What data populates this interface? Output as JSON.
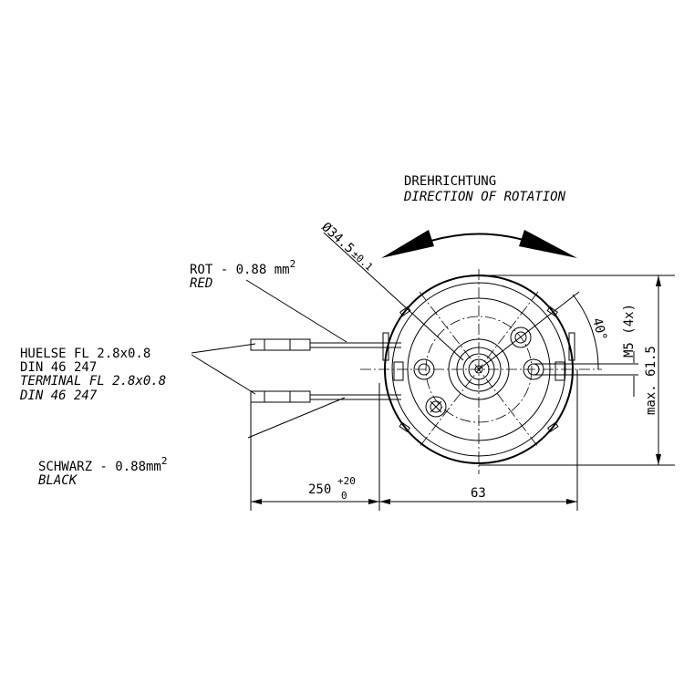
{
  "rotation": {
    "label_de": "DREHRICHTUNG",
    "label_en": "DIRECTION OF ROTATION"
  },
  "diameter": {
    "value": "Ø34.5",
    "tolerance": "±0.1"
  },
  "red_wire": {
    "label_de": "ROT - 0.88 mm",
    "superscript": "2",
    "label_en": "RED"
  },
  "terminal": {
    "line1": "HUELSE FL 2.8x0.8",
    "line2": "DIN 46 247",
    "line3": "TERMINAL FL 2.8x0.8",
    "line4": "DIN 46 247"
  },
  "black_wire": {
    "label_de": "SCHWARZ - 0.88mm",
    "superscript": "2",
    "label_en": "BLACK"
  },
  "dimensions": {
    "wire_length": "250",
    "wire_tol_upper": "+20",
    "wire_tol_lower": "0",
    "width": "63",
    "height": "max. 61.5",
    "thread": "M5 (4x)",
    "angle": "40°"
  }
}
